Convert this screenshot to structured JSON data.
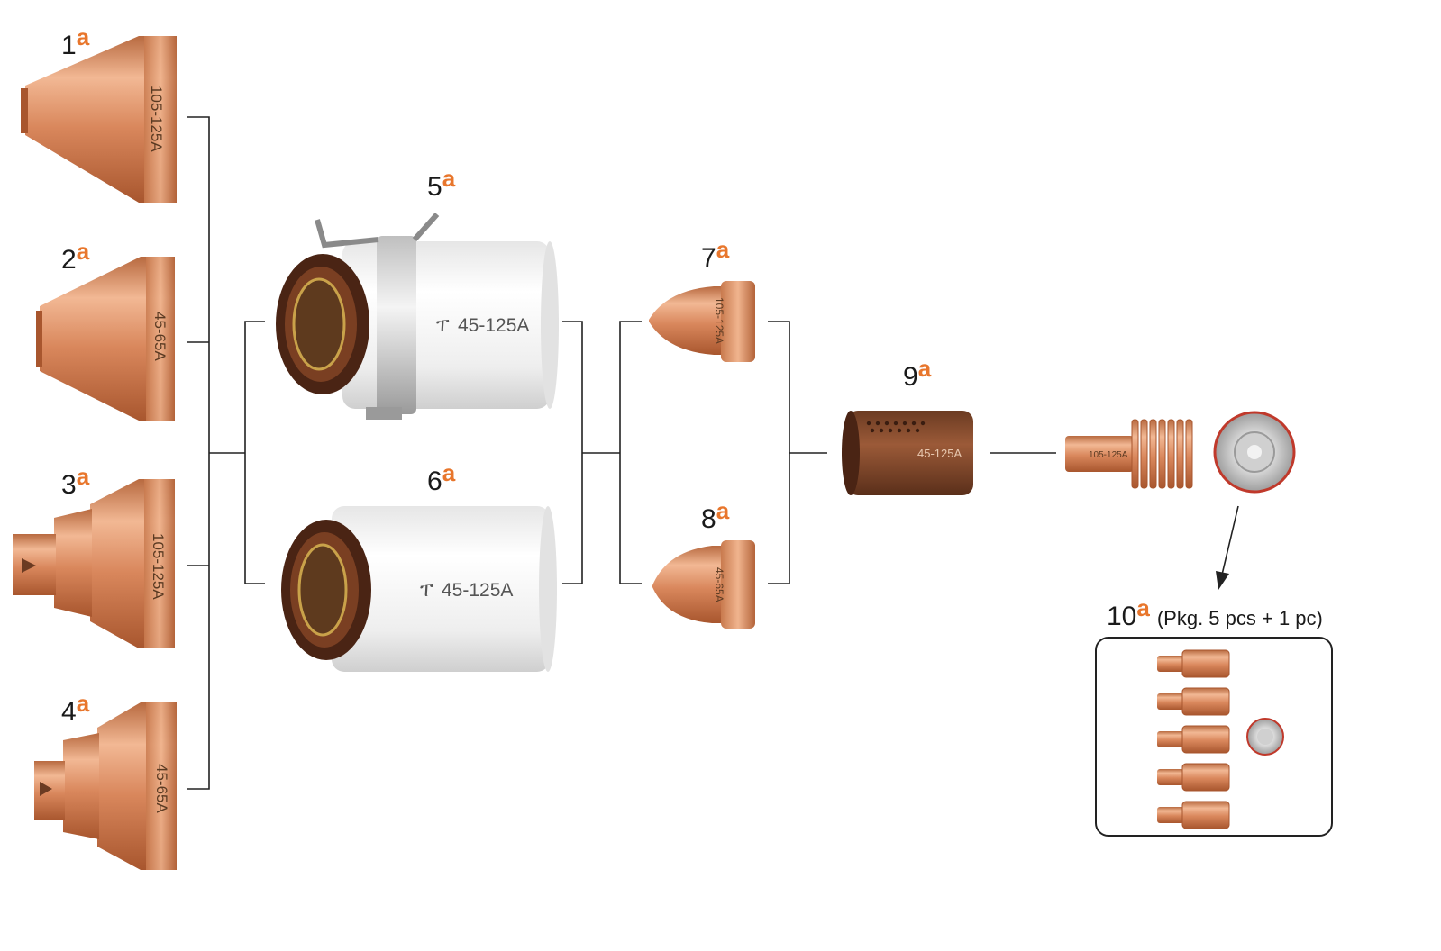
{
  "labels": {
    "p1": {
      "number": "1",
      "suffix": "a"
    },
    "p2": {
      "number": "2",
      "suffix": "a"
    },
    "p3": {
      "number": "3",
      "suffix": "a"
    },
    "p4": {
      "number": "4",
      "suffix": "a"
    },
    "p5": {
      "number": "5",
      "suffix": "a"
    },
    "p6": {
      "number": "6",
      "suffix": "a"
    },
    "p7": {
      "number": "7",
      "suffix": "a"
    },
    "p8": {
      "number": "8",
      "suffix": "a"
    },
    "p9": {
      "number": "9",
      "suffix": "a"
    },
    "p10": {
      "number": "10",
      "suffix": "a",
      "note": "(Pkg. 5 pcs + 1 pc)"
    }
  },
  "part_markings": {
    "p1": "105-125A",
    "p2": "45-65A",
    "p3": "105-125A",
    "p4": "45-65A",
    "p5": "45-125A",
    "p6": "45-125A",
    "p7": "105-125A",
    "p8": "45-65A",
    "p9": "45-125A",
    "electrode": "105-125A"
  },
  "colors": {
    "copper": "#d9875c",
    "copper_dark": "#a8562e",
    "copper_light": "#f2b894",
    "ceramic": "#f2f2f2",
    "accent": "#e8762c",
    "ring_red": "#c0392b"
  },
  "icons": {
    "logo": "thermacut-logo-icon",
    "arrow": "arrow-down-icon"
  }
}
